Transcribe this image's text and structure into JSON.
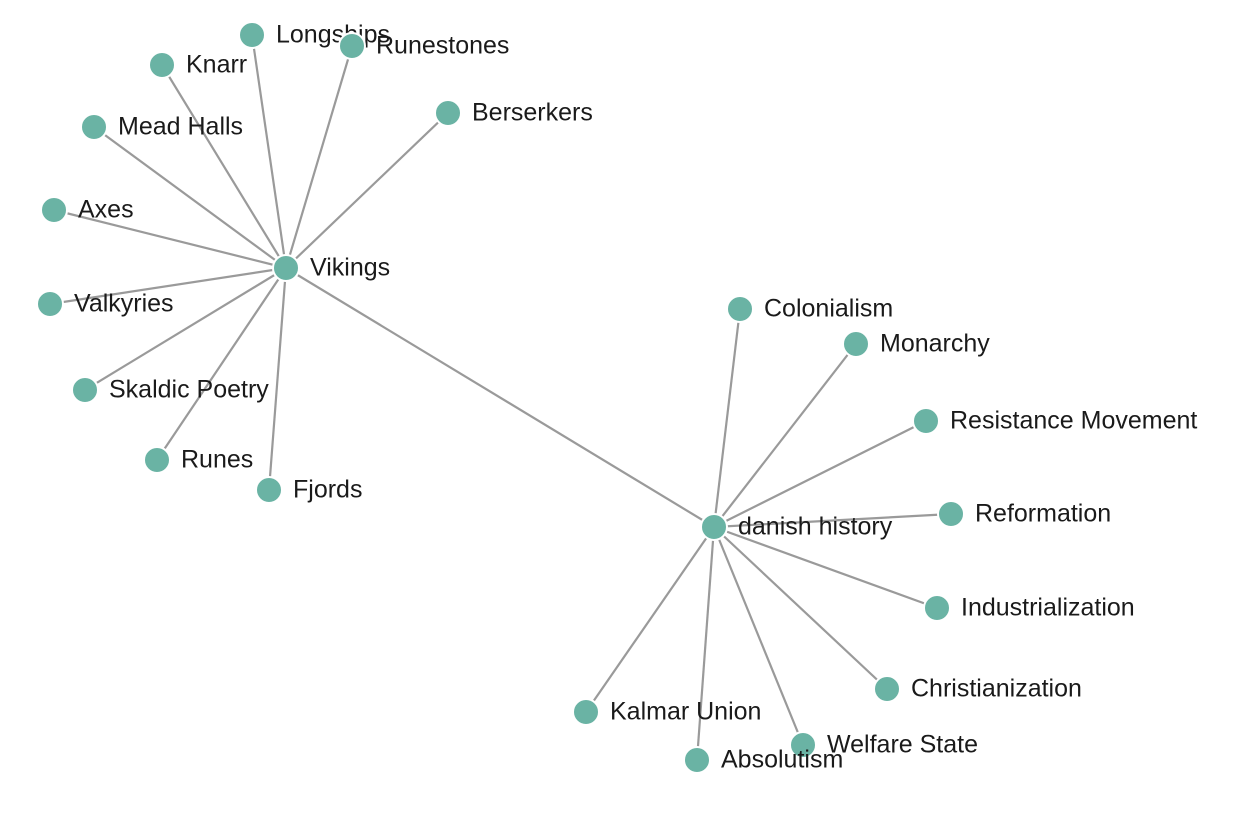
{
  "graph": {
    "node_color": "#6ab3a4",
    "edge_color": "#9a9a9a",
    "label_color": "#1a1a1a",
    "nodes": [
      {
        "id": "danish-history",
        "label": "danish history"
      },
      {
        "id": "vikings",
        "label": "Vikings"
      },
      {
        "id": "longships",
        "label": "Longships"
      },
      {
        "id": "runestones",
        "label": "Runestones"
      },
      {
        "id": "knarr",
        "label": "Knarr"
      },
      {
        "id": "berserkers",
        "label": "Berserkers"
      },
      {
        "id": "mead-halls",
        "label": "Mead Halls"
      },
      {
        "id": "axes",
        "label": "Axes"
      },
      {
        "id": "valkyries",
        "label": "Valkyries"
      },
      {
        "id": "skaldic-poetry",
        "label": "Skaldic Poetry"
      },
      {
        "id": "runes",
        "label": "Runes"
      },
      {
        "id": "fjords",
        "label": "Fjords"
      },
      {
        "id": "colonialism",
        "label": "Colonialism"
      },
      {
        "id": "monarchy",
        "label": "Monarchy"
      },
      {
        "id": "resistance-movement",
        "label": "Resistance Movement"
      },
      {
        "id": "reformation",
        "label": "Reformation"
      },
      {
        "id": "industrialization",
        "label": "Industrialization"
      },
      {
        "id": "christianization",
        "label": "Christianization"
      },
      {
        "id": "kalmar-union",
        "label": "Kalmar Union"
      },
      {
        "id": "welfare-state",
        "label": "Welfare State"
      },
      {
        "id": "absolutism",
        "label": "Absolutism"
      }
    ],
    "edges": [
      [
        "danish-history",
        "vikings"
      ],
      [
        "vikings",
        "longships"
      ],
      [
        "vikings",
        "runestones"
      ],
      [
        "vikings",
        "knarr"
      ],
      [
        "vikings",
        "berserkers"
      ],
      [
        "vikings",
        "mead-halls"
      ],
      [
        "vikings",
        "axes"
      ],
      [
        "vikings",
        "valkyries"
      ],
      [
        "vikings",
        "skaldic-poetry"
      ],
      [
        "vikings",
        "runes"
      ],
      [
        "vikings",
        "fjords"
      ],
      [
        "danish-history",
        "colonialism"
      ],
      [
        "danish-history",
        "monarchy"
      ],
      [
        "danish-history",
        "resistance-movement"
      ],
      [
        "danish-history",
        "reformation"
      ],
      [
        "danish-history",
        "industrialization"
      ],
      [
        "danish-history",
        "christianization"
      ],
      [
        "danish-history",
        "kalmar-union"
      ],
      [
        "danish-history",
        "welfare-state"
      ],
      [
        "danish-history",
        "absolutism"
      ]
    ]
  }
}
